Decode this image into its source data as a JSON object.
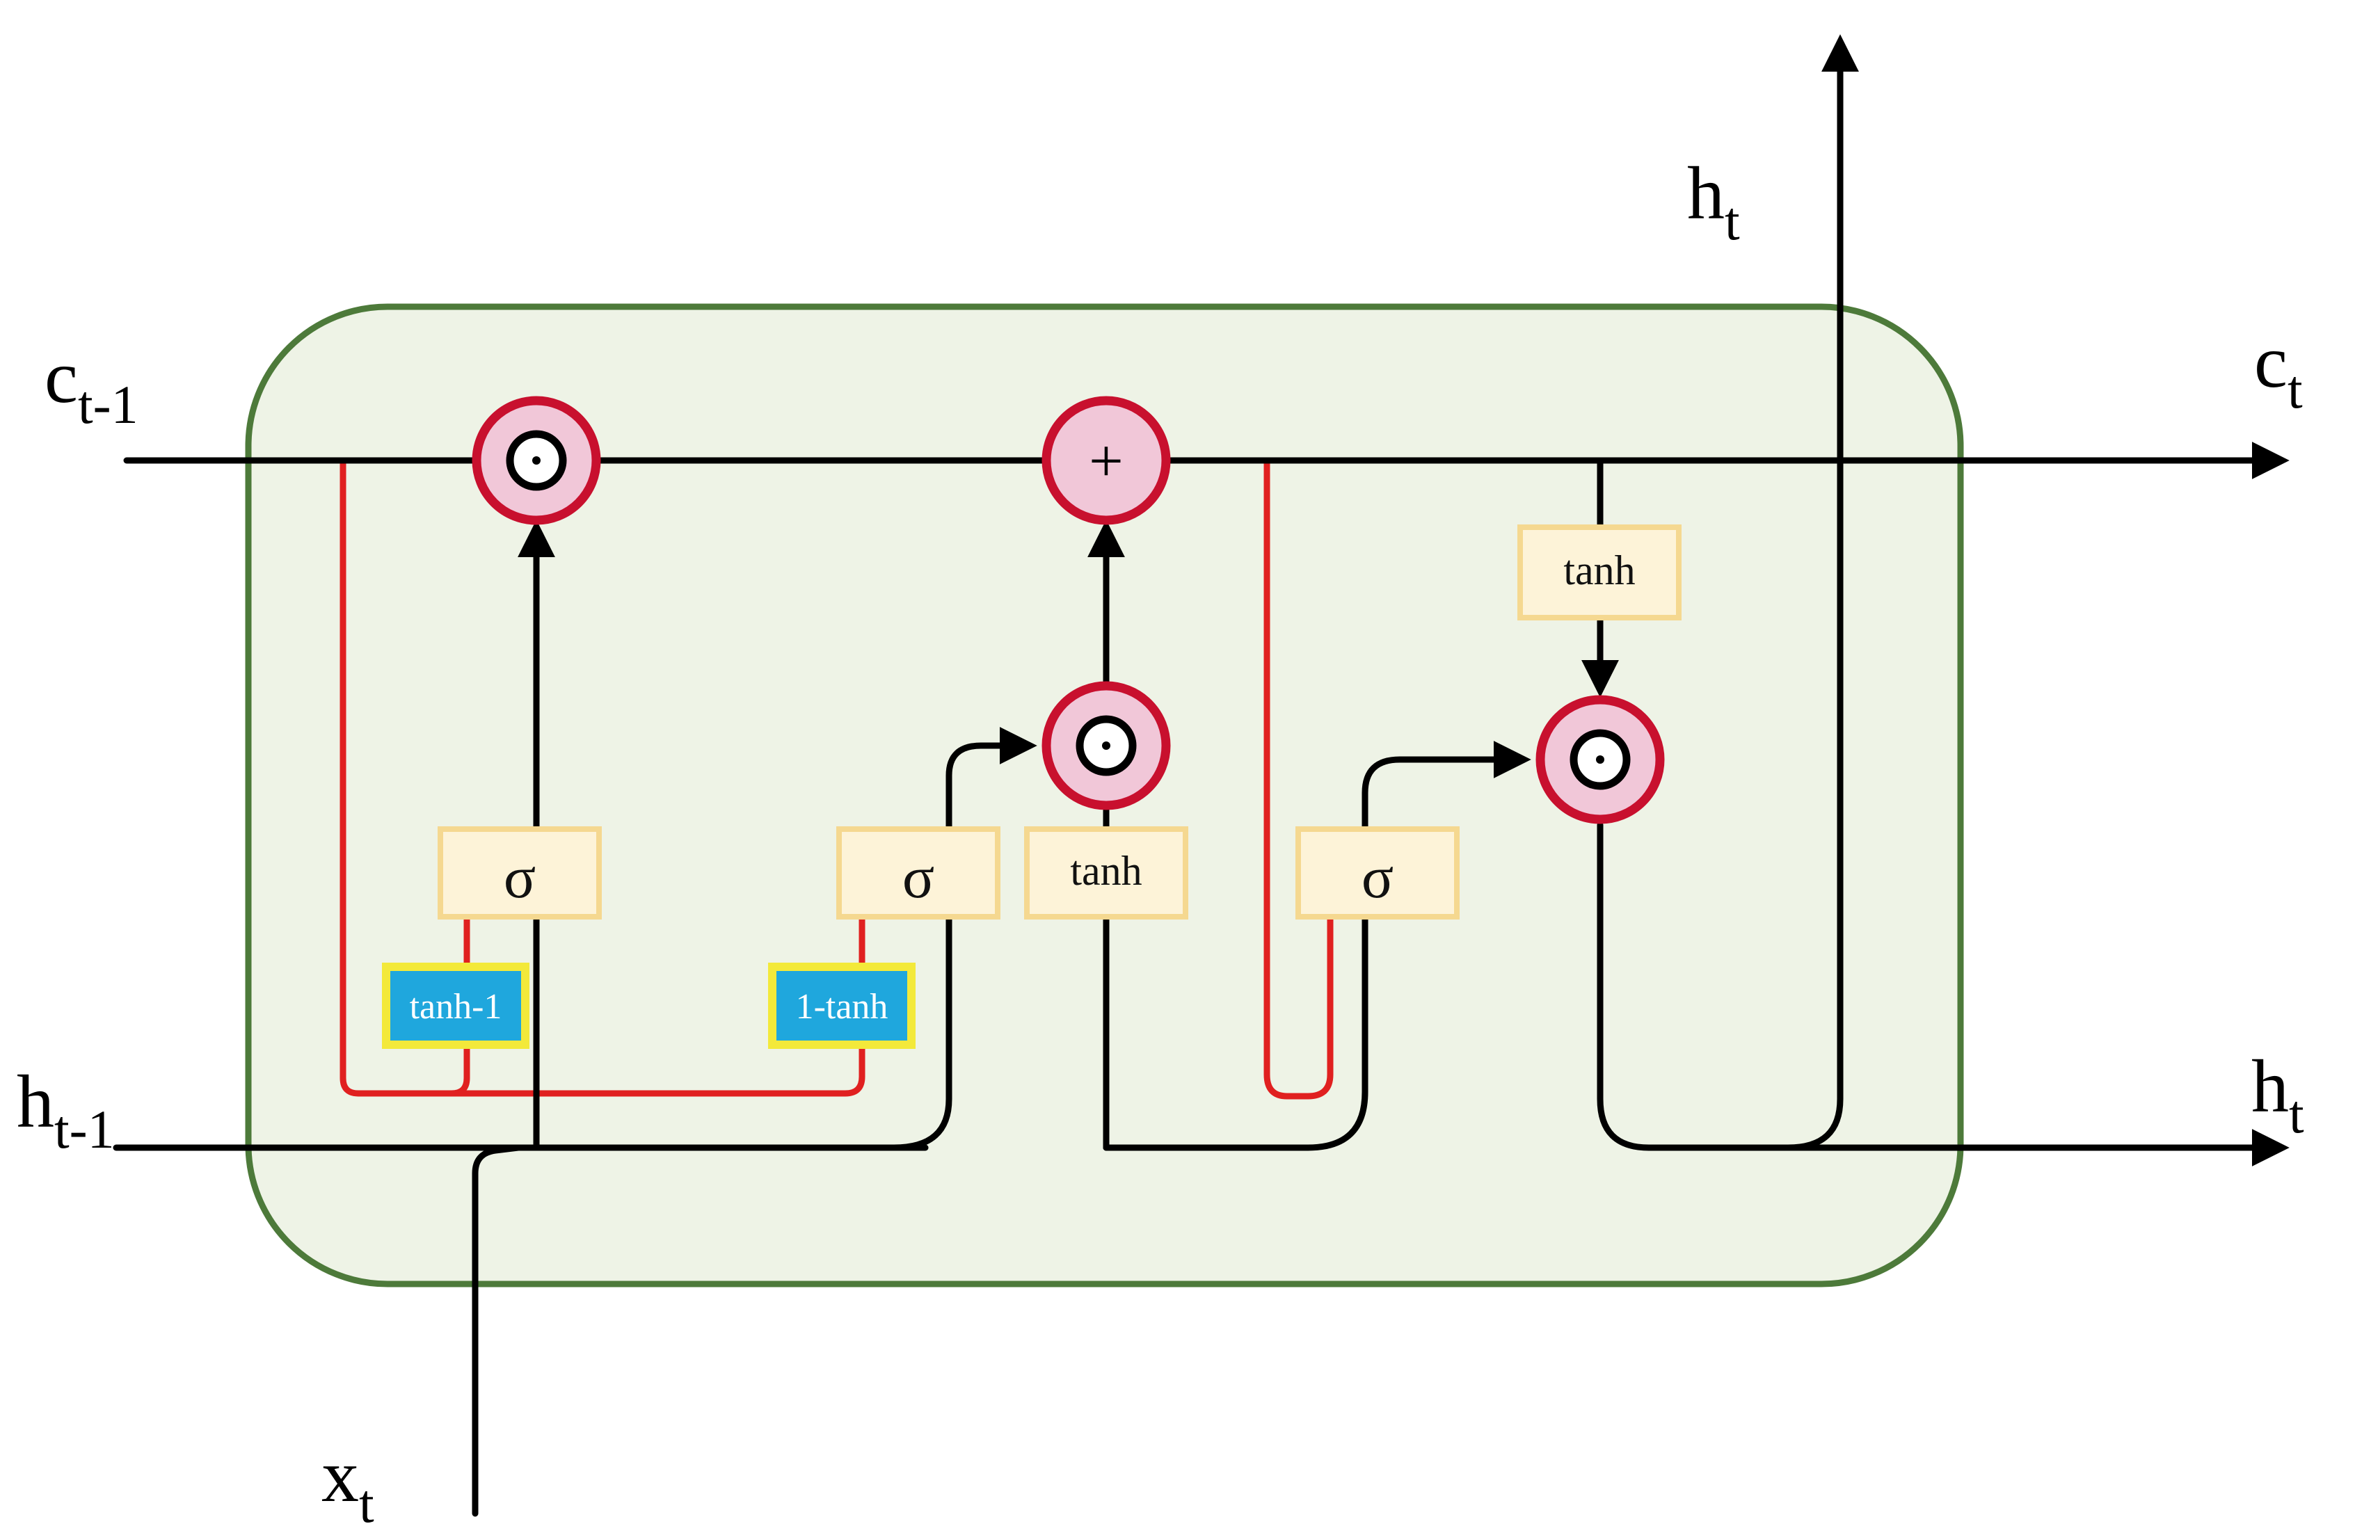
{
  "labels": {
    "c_prev_base": "c",
    "c_prev_sub": "t-1",
    "h_prev_base": "h",
    "h_prev_sub": "t-1",
    "x_base": "x",
    "x_sub": "t",
    "c_out_base": "c",
    "c_out_sub": "t",
    "h_top_base": "h",
    "h_top_sub": "t",
    "h_out_base": "h",
    "h_out_sub": "t"
  },
  "gates": {
    "sigma1": "σ",
    "sigma2": "σ",
    "tanh_candidate": "tanh",
    "sigma3": "σ",
    "tanh_cell": "tanh"
  },
  "peepholes": {
    "left": "tanh-1",
    "right": "1-tanh"
  },
  "operators": {
    "mult1": "⊙",
    "add": "+",
    "mult2": "⊙",
    "mult3": "⊙"
  },
  "colors": {
    "cell_fill": "#eef3e6",
    "cell_border": "#4d7a3a",
    "op_fill": "#f1c7d8",
    "op_ring": "#c8102e",
    "gate_fill": "#fdf3d8",
    "gate_border": "#f5d890",
    "peephole_fill": "#1fa7dd",
    "peephole_border": "#f3e93a",
    "peephole_line": "#e02020",
    "flow_line": "#000000"
  }
}
